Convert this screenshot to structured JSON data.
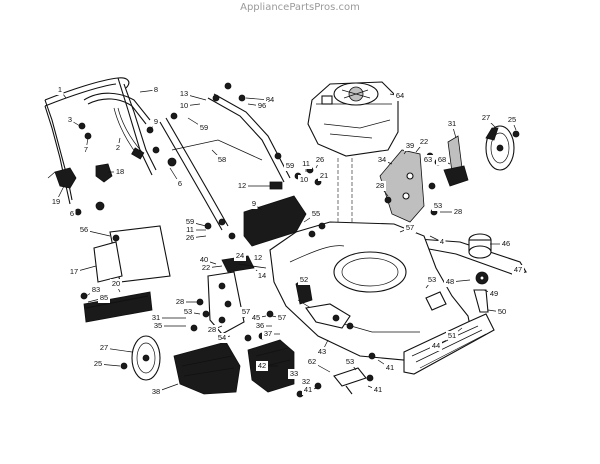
{
  "watermark": "AppliancePartsPros.com",
  "callouts": [
    {
      "id": "c1",
      "text": "1"
    },
    {
      "id": "c8",
      "text": "8"
    },
    {
      "id": "c3",
      "text": "3"
    },
    {
      "id": "c7",
      "text": "7"
    },
    {
      "id": "c2",
      "text": "2"
    },
    {
      "id": "c9",
      "text": "9"
    },
    {
      "id": "c6",
      "text": "6"
    },
    {
      "id": "c18",
      "text": "18"
    },
    {
      "id": "c19",
      "text": "19"
    },
    {
      "id": "c6b",
      "text": "6"
    },
    {
      "id": "c13",
      "text": "13"
    },
    {
      "id": "c10",
      "text": "10"
    },
    {
      "id": "c59",
      "text": "59"
    },
    {
      "id": "c58",
      "text": "58"
    },
    {
      "id": "c84",
      "text": "84"
    },
    {
      "id": "c96",
      "text": "96"
    },
    {
      "id": "c64",
      "text": "64"
    },
    {
      "id": "c31",
      "text": "31"
    },
    {
      "id": "c27",
      "text": "27"
    },
    {
      "id": "c25",
      "text": "25"
    },
    {
      "id": "c22",
      "text": "22"
    },
    {
      "id": "c39",
      "text": "39"
    },
    {
      "id": "c63",
      "text": "63"
    },
    {
      "id": "c68",
      "text": "68"
    },
    {
      "id": "c34",
      "text": "34"
    },
    {
      "id": "c26",
      "text": "26"
    },
    {
      "id": "c11",
      "text": "11"
    },
    {
      "id": "c59b",
      "text": "59"
    },
    {
      "id": "c10b",
      "text": "10"
    },
    {
      "id": "c21",
      "text": "21"
    },
    {
      "id": "c12",
      "text": "12"
    },
    {
      "id": "c28",
      "text": "28"
    },
    {
      "id": "c53",
      "text": "53"
    },
    {
      "id": "c28b",
      "text": "28"
    },
    {
      "id": "c57",
      "text": "57"
    },
    {
      "id": "c4",
      "text": "4"
    },
    {
      "id": "c46",
      "text": "46"
    },
    {
      "id": "c47",
      "text": "47"
    },
    {
      "id": "c9b",
      "text": "9"
    },
    {
      "id": "c55",
      "text": "55"
    },
    {
      "id": "c59c",
      "text": "59"
    },
    {
      "id": "c11b",
      "text": "11"
    },
    {
      "id": "c26b",
      "text": "26"
    },
    {
      "id": "c56",
      "text": "56"
    },
    {
      "id": "c17",
      "text": "17"
    },
    {
      "id": "c20",
      "text": "20"
    },
    {
      "id": "c22b",
      "text": "22"
    },
    {
      "id": "c40",
      "text": "40"
    },
    {
      "id": "c24",
      "text": "24"
    },
    {
      "id": "c12b",
      "text": "12"
    },
    {
      "id": "c14",
      "text": "14"
    },
    {
      "id": "c52",
      "text": "52"
    },
    {
      "id": "c53b",
      "text": "53"
    },
    {
      "id": "c48",
      "text": "48"
    },
    {
      "id": "c49",
      "text": "49"
    },
    {
      "id": "c50",
      "text": "50"
    },
    {
      "id": "c83",
      "text": "83"
    },
    {
      "id": "c85",
      "text": "85"
    },
    {
      "id": "c28c",
      "text": "28"
    },
    {
      "id": "c31b",
      "text": "31"
    },
    {
      "id": "c53c",
      "text": "53"
    },
    {
      "id": "c35",
      "text": "35"
    },
    {
      "id": "c28d",
      "text": "28"
    },
    {
      "id": "c54",
      "text": "54"
    },
    {
      "id": "c57b",
      "text": "57"
    },
    {
      "id": "c45",
      "text": "45"
    },
    {
      "id": "c57c",
      "text": "57"
    },
    {
      "id": "c36",
      "text": "36"
    },
    {
      "id": "c37",
      "text": "37"
    },
    {
      "id": "c43",
      "text": "43"
    },
    {
      "id": "c51",
      "text": "51"
    },
    {
      "id": "c44",
      "text": "44"
    },
    {
      "id": "c27b",
      "text": "27"
    },
    {
      "id": "c25b",
      "text": "25"
    },
    {
      "id": "c42",
      "text": "42"
    },
    {
      "id": "c62",
      "text": "62"
    },
    {
      "id": "c53d",
      "text": "53"
    },
    {
      "id": "c33",
      "text": "33"
    },
    {
      "id": "c32",
      "text": "32"
    },
    {
      "id": "c41",
      "text": "41"
    },
    {
      "id": "c41b",
      "text": "41"
    },
    {
      "id": "c41c",
      "text": "41"
    },
    {
      "id": "c38",
      "text": "38"
    }
  ]
}
